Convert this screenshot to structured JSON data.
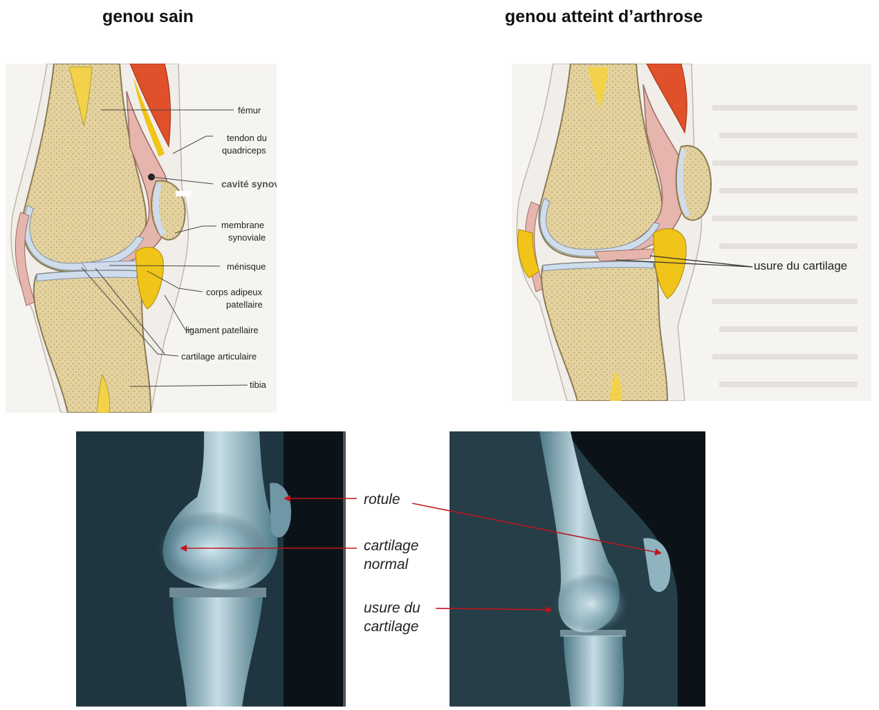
{
  "titles": {
    "healthy": "genou sain",
    "arthritic": "genou atteint d’arthrose"
  },
  "healthy_labels": {
    "femur": "fémur",
    "tendon_line1": "tendon du",
    "tendon_line2": "quadriceps",
    "cavity": "cavité synoviale",
    "membrane_line1": "membrane",
    "membrane_line2": "synoviale",
    "menisque": "ménisque",
    "corps_line1": "corps adipeux",
    "corps_line2": "patellaire",
    "ligament": "ligament patellaire",
    "cartilage": "cartilage articulaire",
    "tibia": "tibia"
  },
  "arthritic_labels": {
    "usure": "usure du cartilage"
  },
  "xray_labels": {
    "rotule": "rotule",
    "cartilage_line1": "cartilage",
    "cartilage_line2": "normal",
    "usure_line1": "usure du",
    "usure_line2": "cartilage"
  },
  "colors": {
    "bone": "#e9d9a6",
    "cartilage": "#cfdcec",
    "synovial": "#e6b5ae",
    "fat": "#f0c419",
    "muscle": "#e0502a",
    "arrow": "#c0141e",
    "xray_bg": "#0b1318"
  }
}
